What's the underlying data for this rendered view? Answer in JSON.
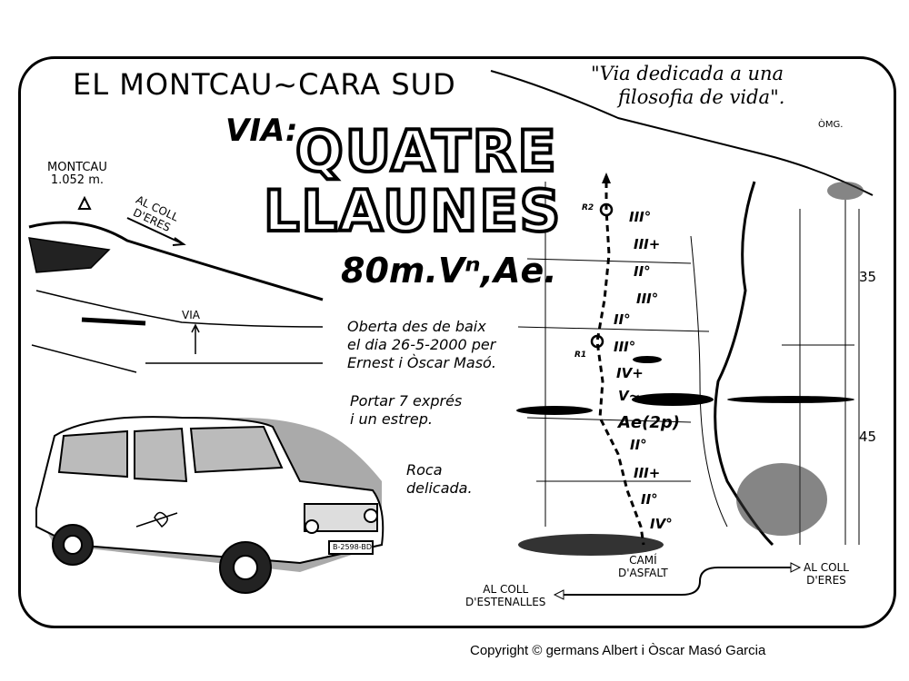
{
  "header": {
    "title": "EL MONTCAU~CARA SUD",
    "via_label": "VIA:",
    "route_name_line1": "QUATRE",
    "route_name_line2": "LLAUNES",
    "length_grade": "80m.Vⁿ,Ae.",
    "quote_line1": "\"Via dedicada a una",
    "quote_line2": "filosofia de vida\".",
    "author_initials": "ÒMG."
  },
  "inset": {
    "peak_name": "MONTCAU",
    "peak_altitude": "1.052 m.",
    "coll_label_line1": "AL COLL",
    "coll_label_line2": "D'ERES",
    "via_label": "VIA"
  },
  "info": {
    "opened_line1": "Oberta des de baix",
    "opened_line2": "el dia 26-5-2000 per",
    "opened_line3": "Ernest i Òscar Masó.",
    "gear_line1": "Portar 7 exprés",
    "gear_line2": "i un estrep.",
    "rock_line1": "Roca",
    "rock_line2": "delicada."
  },
  "car": {
    "plate": "B-2598-BD"
  },
  "topo": {
    "belays": [
      "R2",
      "R1"
    ],
    "grades": [
      "III°",
      "III+",
      "II°",
      "III°",
      "II°",
      "III°",
      "IV+",
      "V~",
      "Ae(2p)",
      "II°",
      "III+",
      "II°",
      "IV°"
    ],
    "pitch_lengths": [
      "35",
      "45"
    ],
    "left_dest_line1": "AL COLL",
    "left_dest_line2": "D'ESTENALLES",
    "road_line1": "CAMÍ",
    "road_line2": "D'ASFALT",
    "right_dest_line1": "AL COLL",
    "right_dest_line2": "D'ERES"
  },
  "footer": {
    "copyright": "Copyright © germans Albert i Òscar Masó Garcia"
  }
}
